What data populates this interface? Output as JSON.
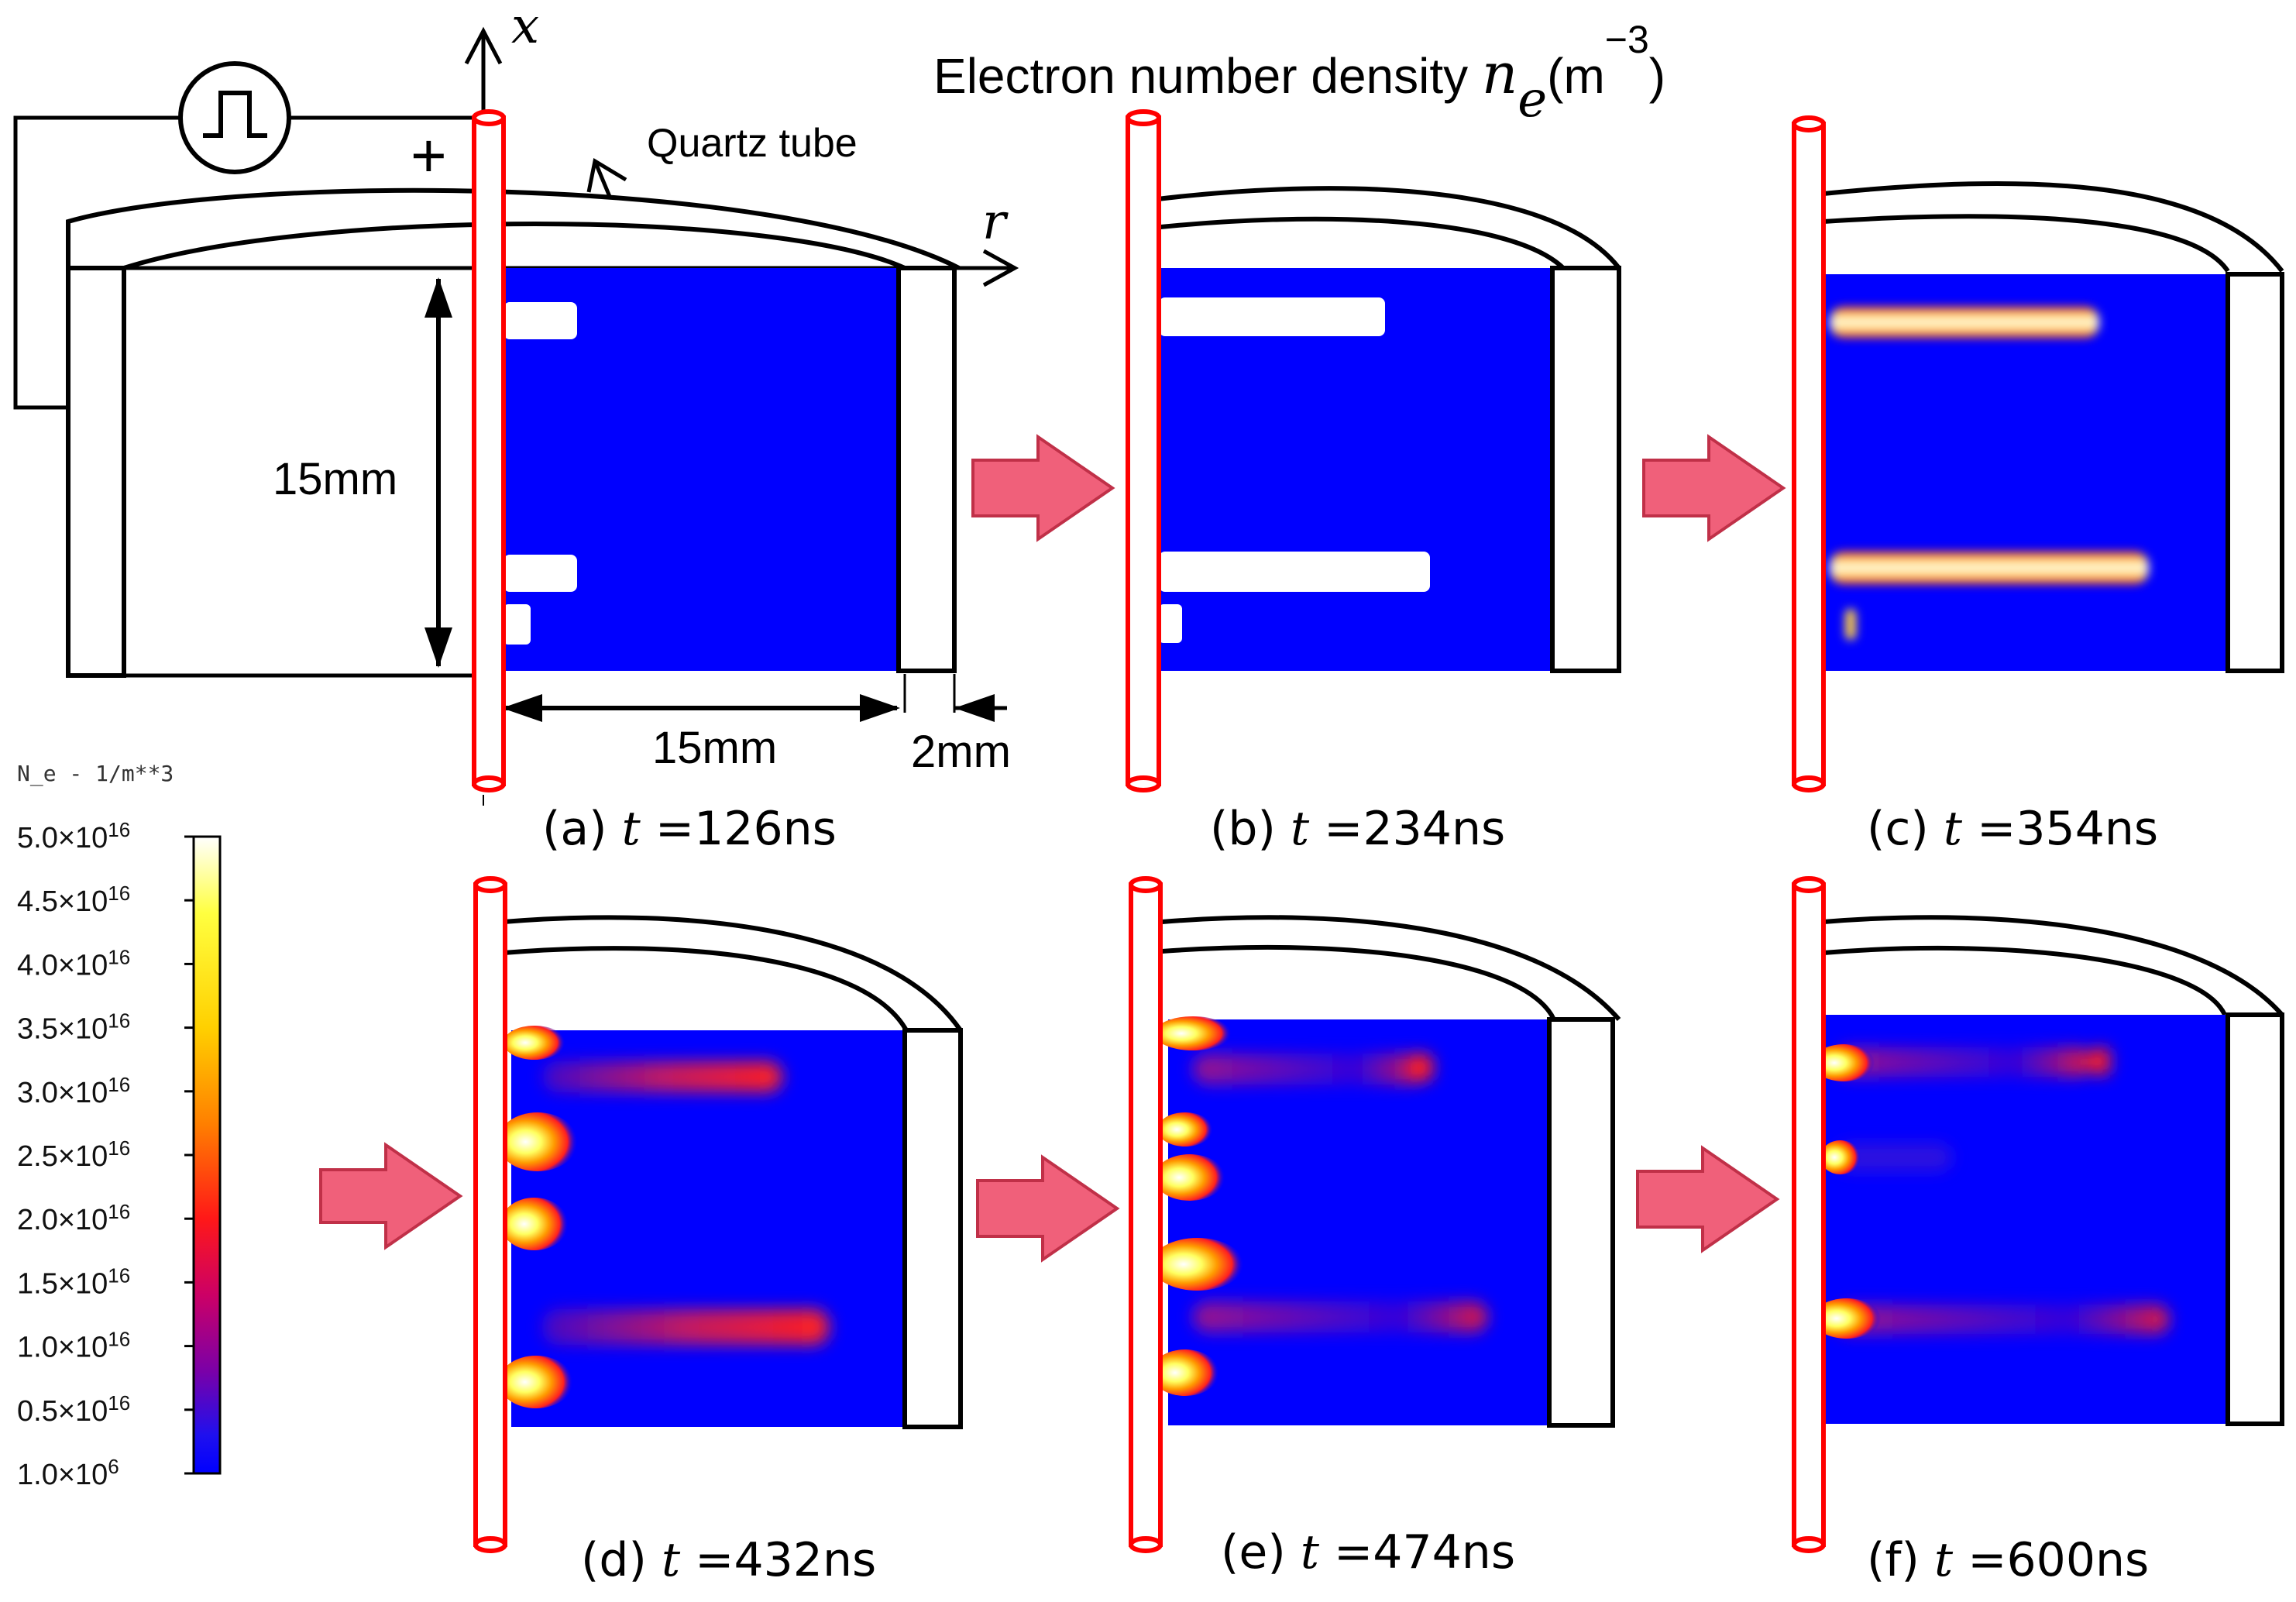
{
  "title": {
    "text": "Electron number density ",
    "symbol": "n",
    "subscript": "e",
    "unit_open": "(m",
    "exponent": "−3",
    "unit_close": ")"
  },
  "axes": {
    "x": "x",
    "r": "r"
  },
  "annotations": {
    "quartz_tube": "Quartz tube",
    "plus": "+",
    "height": "15mm",
    "width": "15mm",
    "wall": "2mm"
  },
  "colorbar": {
    "label": "N_e - 1/m**3",
    "ticks": [
      {
        "text": "5.0×10",
        "exp": "16",
        "value": 5e+16
      },
      {
        "text": "4.5×10",
        "exp": "16",
        "value": 4.5e+16
      },
      {
        "text": "4.0×10",
        "exp": "16",
        "value": 4e+16
      },
      {
        "text": "3.5×10",
        "exp": "16",
        "value": 3.5e+16
      },
      {
        "text": "3.0×10",
        "exp": "16",
        "value": 3e+16
      },
      {
        "text": "2.5×10",
        "exp": "16",
        "value": 2.5e+16
      },
      {
        "text": "2.0×10",
        "exp": "16",
        "value": 2e+16
      },
      {
        "text": "1.5×10",
        "exp": "16",
        "value": 1.5e+16
      },
      {
        "text": "1.0×10",
        "exp": "16",
        "value": 1e+16
      },
      {
        "text": "0.5×10",
        "exp": "16",
        "value": 5000000000000000.0
      },
      {
        "text": "1.0×10",
        "exp": "6",
        "value": 1000000.0
      }
    ],
    "colors": [
      "#ffffff",
      "#ffff40",
      "#ffd000",
      "#ff8000",
      "#ff1818",
      "#cc0066",
      "#7a00a8",
      "#1f10ee",
      "#0000ff"
    ]
  },
  "panels": [
    {
      "label": "(a) ",
      "t": "t",
      "eq": " =126ns"
    },
    {
      "label": "(b) ",
      "t": "t",
      "eq": " =234ns"
    },
    {
      "label": "(c) ",
      "t": "t",
      "eq": " =354ns"
    },
    {
      "label": "(d) ",
      "t": "t",
      "eq": " =432ns"
    },
    {
      "label": "(e) ",
      "t": "t",
      "eq": " =474ns"
    },
    {
      "label": "(f) ",
      "t": "t",
      "eq": " =600ns"
    }
  ],
  "colors": {
    "domain": "#0000ff",
    "electrode": "#ff0000",
    "arrow": "#f0607a",
    "outline": "#000000"
  }
}
